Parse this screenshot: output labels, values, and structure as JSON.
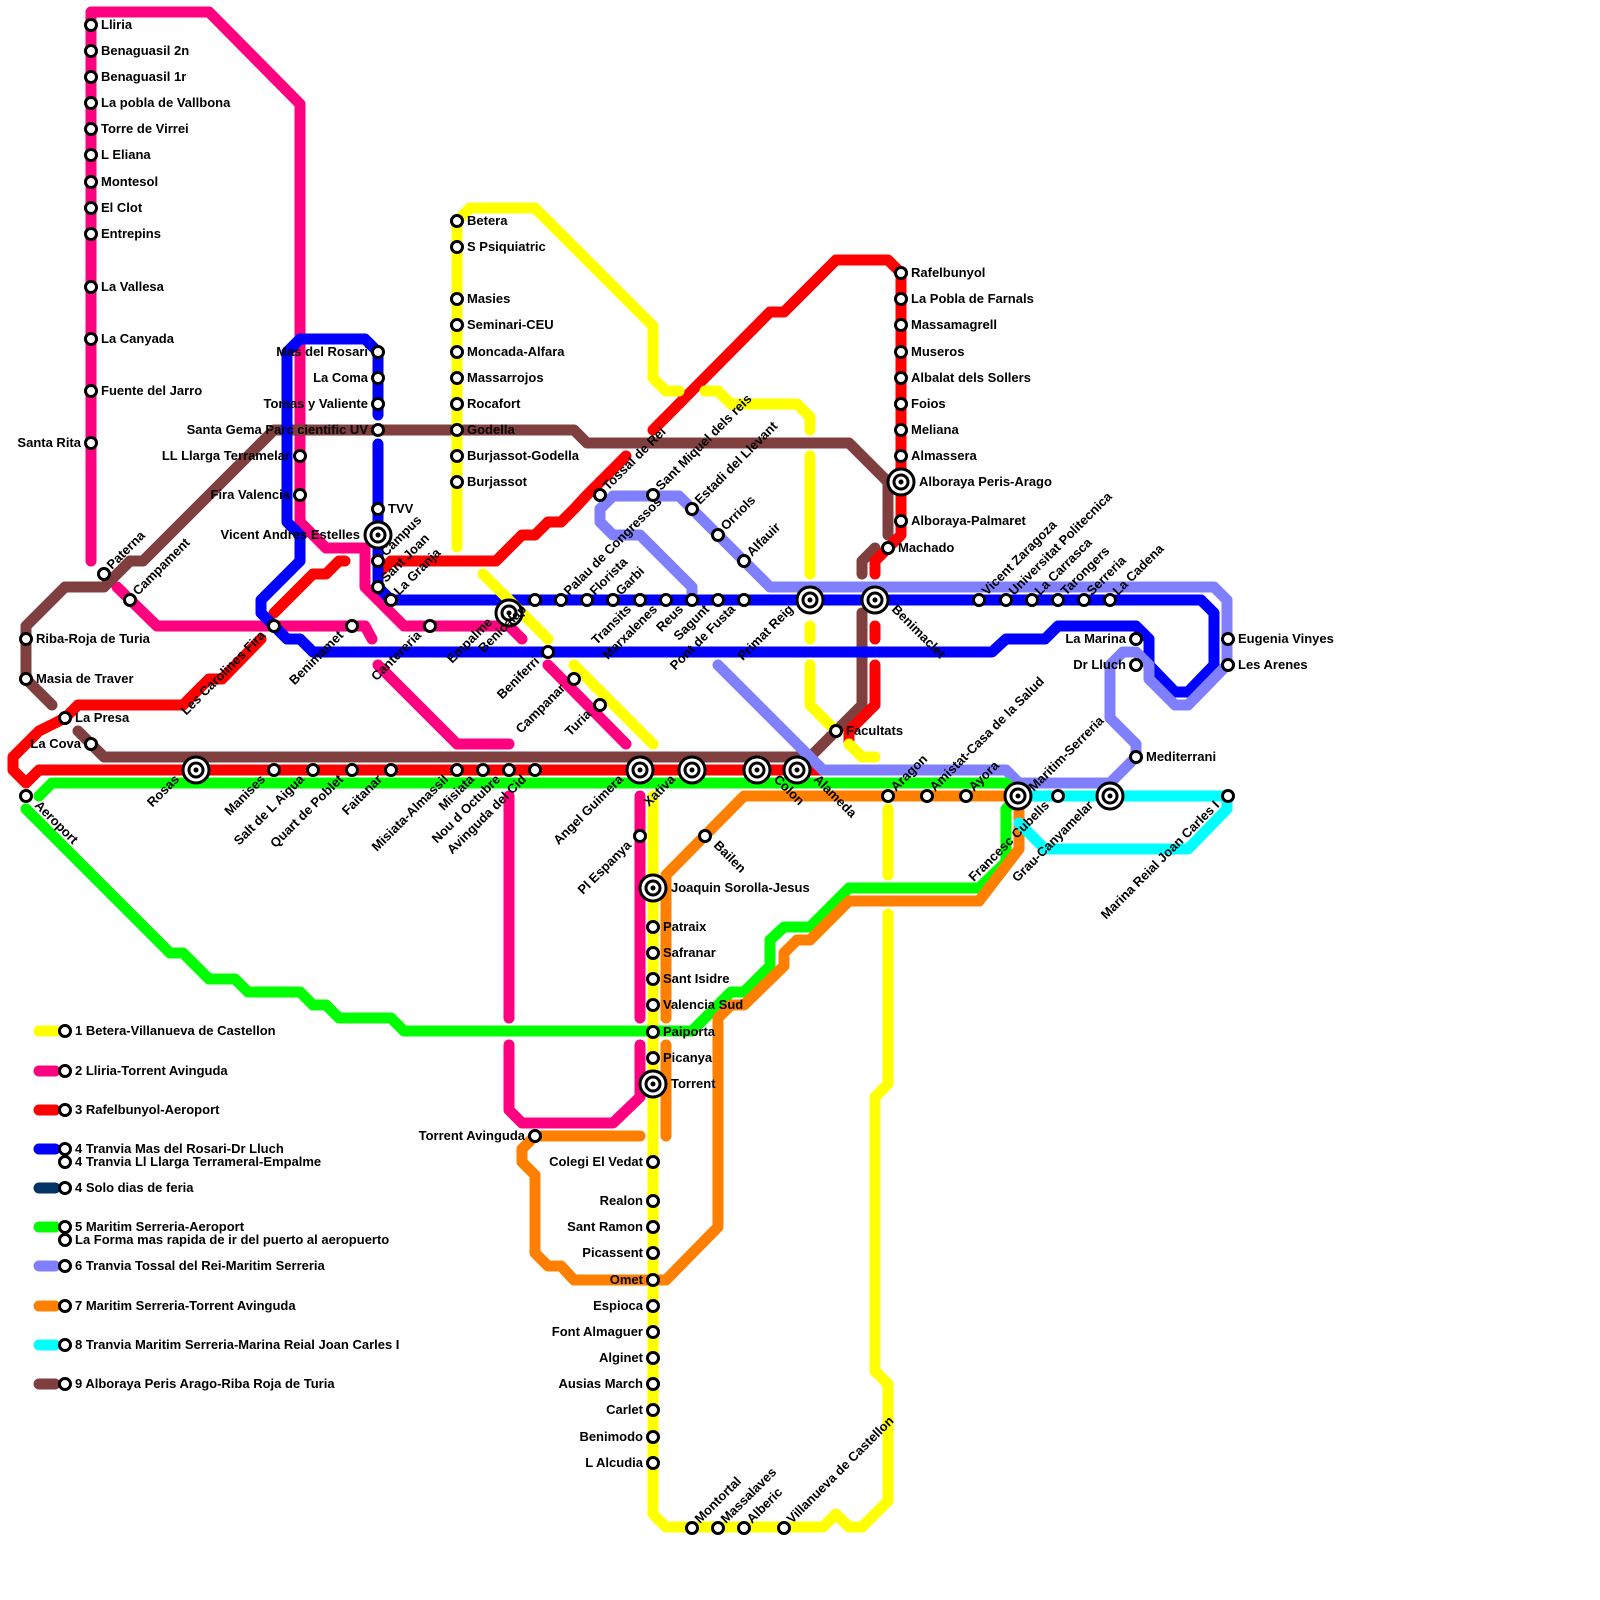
{
  "colors": {
    "line1": "#ffff00",
    "line2": "#ff0080",
    "line3": "#ff0000",
    "line4": "#0000ff",
    "line4b": "#003366",
    "line5": "#00ff00",
    "line6": "#8080ff",
    "line7": "#ff8000",
    "line8": "#00ffff",
    "line9": "#7f3f3f"
  },
  "stations": [
    {
      "id": "lliria",
      "name": "Lliria"
    },
    {
      "id": "benaguasil2",
      "name": "Benaguasil 2n"
    },
    {
      "id": "benaguasil1",
      "name": "Benaguasil 1r"
    },
    {
      "id": "pobla_vallbona",
      "name": "La pobla de Vallbona"
    },
    {
      "id": "torre_virrei",
      "name": "Torre de Virrei"
    },
    {
      "id": "leliana",
      "name": "L Eliana"
    },
    {
      "id": "montesol",
      "name": "Montesol"
    },
    {
      "id": "elclot",
      "name": "El Clot"
    },
    {
      "id": "entrepins",
      "name": "Entrepins"
    },
    {
      "id": "vallesa",
      "name": "La Vallesa"
    },
    {
      "id": "canyada",
      "name": "La Canyada"
    },
    {
      "id": "fuente_jarro",
      "name": "Fuente del Jarro"
    },
    {
      "id": "santa_rita",
      "name": "Santa Rita"
    },
    {
      "id": "paterna",
      "name": "Paterna"
    },
    {
      "id": "campament",
      "name": "Campament"
    },
    {
      "id": "riba_roja",
      "name": "Riba-Roja de Turia"
    },
    {
      "id": "masia_traver",
      "name": "Masia de Traver"
    },
    {
      "id": "la_presa",
      "name": "La Presa"
    },
    {
      "id": "la_cova",
      "name": "La Cova"
    },
    {
      "id": "aeroport",
      "name": "Aeroport"
    },
    {
      "id": "rosas",
      "name": "Rosas"
    },
    {
      "id": "manises",
      "name": "Manises"
    },
    {
      "id": "salt_aigua",
      "name": "Salt de L Aigua"
    },
    {
      "id": "quart_poblet",
      "name": "Quart de Poblet"
    },
    {
      "id": "faitanar",
      "name": "Faitanar"
    },
    {
      "id": "misiata_almassil",
      "name": "Misiata-Almassil"
    },
    {
      "id": "misiata",
      "name": "Misiata"
    },
    {
      "id": "nou_octubre",
      "name": "Nou d Octubre"
    },
    {
      "id": "avinguda_cid",
      "name": "Avinguda del Cid"
    },
    {
      "id": "angel_guimera",
      "name": "Angel Guimera"
    },
    {
      "id": "xativa",
      "name": "Xativa"
    },
    {
      "id": "colon",
      "name": "Colon"
    },
    {
      "id": "alameda",
      "name": "Alameda"
    },
    {
      "id": "aragon",
      "name": "Aragon"
    },
    {
      "id": "amistat",
      "name": "Amistat-Casa de la Salud"
    },
    {
      "id": "ayora",
      "name": "Ayora"
    },
    {
      "id": "maritim_serreria",
      "name": "Maritim-Serreria"
    },
    {
      "id": "francesc_cubells",
      "name": "Francesc Cubells"
    },
    {
      "id": "grau_canyamelar",
      "name": "Grau-Canyamelar"
    },
    {
      "id": "marina_reial",
      "name": "Marina Reial Joan Carles I"
    },
    {
      "id": "mediterrani",
      "name": "Mediterrani"
    },
    {
      "id": "eugenia_vinyes",
      "name": "Eugenia Vinyes"
    },
    {
      "id": "les_arenes",
      "name": "Les Arenes"
    },
    {
      "id": "la_marina",
      "name": "La Marina"
    },
    {
      "id": "dr_lluch",
      "name": "Dr Lluch"
    },
    {
      "id": "la_cadena",
      "name": "La Cadena"
    },
    {
      "id": "serreria",
      "name": "Serreria"
    },
    {
      "id": "tarongers",
      "name": "Tarongers"
    },
    {
      "id": "la_carrasca",
      "name": "La Carrasca"
    },
    {
      "id": "upv",
      "name": "Universitat Politecnica"
    },
    {
      "id": "vicent_zaragoza",
      "name": "Vicent Zaragoza"
    },
    {
      "id": "benimaclet",
      "name": "Benimaclet"
    },
    {
      "id": "primat_reig",
      "name": "Primat Reig"
    },
    {
      "id": "pont_fusta",
      "name": "Pont de Fusta"
    },
    {
      "id": "sagunt",
      "name": "Sagunt"
    },
    {
      "id": "reus",
      "name": "Reus"
    },
    {
      "id": "marxalenes",
      "name": "Marxalenes"
    },
    {
      "id": "transits",
      "name": "Transits"
    },
    {
      "id": "garbi",
      "name": "Garbi"
    },
    {
      "id": "florista",
      "name": "Florista"
    },
    {
      "id": "palau_congressos",
      "name": "Palau de Congressos"
    },
    {
      "id": "benicalap",
      "name": "Benicalap"
    },
    {
      "id": "beniferri",
      "name": "Beniferri"
    },
    {
      "id": "campanar",
      "name": "Campanar"
    },
    {
      "id": "turia",
      "name": "Turia"
    },
    {
      "id": "empalme",
      "name": "Empalme"
    },
    {
      "id": "cantereria",
      "name": "Cantereria"
    },
    {
      "id": "benimamet",
      "name": "Benimamet"
    },
    {
      "id": "carolines",
      "name": "Les Carolines Fira"
    },
    {
      "id": "fira_valencia",
      "name": "Fira Valencia"
    },
    {
      "id": "ll_llarga",
      "name": "LL Llarga Terramelar"
    },
    {
      "id": "santa_gema",
      "name": "Santa Gema Parc cientific UV"
    },
    {
      "id": "mas_rosari",
      "name": "Mas del Rosari"
    },
    {
      "id": "la_coma",
      "name": "La Coma"
    },
    {
      "id": "tomas_valiente",
      "name": "Tomas y Valiente"
    },
    {
      "id": "tvv",
      "name": "TVV"
    },
    {
      "id": "vicent_andres",
      "name": "Vicent Andres Estelles"
    },
    {
      "id": "campus",
      "name": "Campus"
    },
    {
      "id": "sant_joan",
      "name": "Sant Joan"
    },
    {
      "id": "la_granja",
      "name": "La Granja"
    },
    {
      "id": "betera",
      "name": "Betera"
    },
    {
      "id": "s_psiquiatric",
      "name": "S Psiquiatric"
    },
    {
      "id": "masies",
      "name": "Masies"
    },
    {
      "id": "seminari",
      "name": "Seminari-CEU"
    },
    {
      "id": "moncada",
      "name": "Moncada-Alfara"
    },
    {
      "id": "massarrojos",
      "name": "Massarrojos"
    },
    {
      "id": "rocafort",
      "name": "Rocafort"
    },
    {
      "id": "godella",
      "name": "Godella"
    },
    {
      "id": "burjassot_godella",
      "name": "Burjassot-Godella"
    },
    {
      "id": "burjassot",
      "name": "Burjassot"
    },
    {
      "id": "tossal_rei",
      "name": "Tossal de Rei"
    },
    {
      "id": "sant_miquel",
      "name": "Sant Miquel dels reis"
    },
    {
      "id": "estadi_levant",
      "name": "Estadi del Llevant"
    },
    {
      "id": "orriols",
      "name": "Orriols"
    },
    {
      "id": "alfauir",
      "name": "Alfauir"
    },
    {
      "id": "rafelbunyol",
      "name": "Rafelbunyol"
    },
    {
      "id": "pobla_farnals",
      "name": "La Pobla de Farnals"
    },
    {
      "id": "massamagrell",
      "name": "Massamagrell"
    },
    {
      "id": "museros",
      "name": "Museros"
    },
    {
      "id": "albalat",
      "name": "Albalat dels Sollers"
    },
    {
      "id": "foios",
      "name": "Foios"
    },
    {
      "id": "meliana",
      "name": "Meliana"
    },
    {
      "id": "almassera",
      "name": "Almassera"
    },
    {
      "id": "alboraya_peris",
      "name": "Alboraya Peris-Arago"
    },
    {
      "id": "alboraya_palmaret",
      "name": "Alboraya-Palmaret"
    },
    {
      "id": "machado",
      "name": "Machado"
    },
    {
      "id": "facultats",
      "name": "Facultats"
    },
    {
      "id": "bailen",
      "name": "Bailen"
    },
    {
      "id": "pl_espanya",
      "name": "Pl Espanya"
    },
    {
      "id": "joaquin_sorolla",
      "name": "Joaquin Sorolla-Jesus"
    },
    {
      "id": "patraix",
      "name": "Patraix"
    },
    {
      "id": "safranar",
      "name": "Safranar"
    },
    {
      "id": "sant_isidre",
      "name": "Sant Isidre"
    },
    {
      "id": "valencia_sud",
      "name": "Valencia Sud"
    },
    {
      "id": "paiporta",
      "name": "Paiporta"
    },
    {
      "id": "picanya",
      "name": "Picanya"
    },
    {
      "id": "torrent",
      "name": "Torrent"
    },
    {
      "id": "torrent_avinguda",
      "name": "Torrent Avinguda"
    },
    {
      "id": "colegi_vedat",
      "name": "Colegi El Vedat"
    },
    {
      "id": "realon",
      "name": "Realon"
    },
    {
      "id": "sant_ramon",
      "name": "Sant Ramon"
    },
    {
      "id": "picassent",
      "name": "Picassent"
    },
    {
      "id": "omet",
      "name": "Omet"
    },
    {
      "id": "espioca",
      "name": "Espioca"
    },
    {
      "id": "font_almaguer",
      "name": "Font Almaguer"
    },
    {
      "id": "alginet",
      "name": "Alginet"
    },
    {
      "id": "ausias_march",
      "name": "Ausias March"
    },
    {
      "id": "carlet",
      "name": "Carlet"
    },
    {
      "id": "benimodo",
      "name": "Benimodo"
    },
    {
      "id": "lalcudia",
      "name": "L Alcudia"
    },
    {
      "id": "montortal",
      "name": "Montortal"
    },
    {
      "id": "massalaves",
      "name": "Massalaves"
    },
    {
      "id": "alberic",
      "name": "Alberic"
    },
    {
      "id": "villanueva",
      "name": "Villanueva de Castellon"
    }
  ],
  "legend": [
    {
      "color": "line1",
      "label": "1 Betera-Villanueva de Castellon"
    },
    {
      "color": "line2",
      "label": "2 Lliria-Torrent Avinguda"
    },
    {
      "color": "line3",
      "label": "3 Rafelbunyol-Aeroport"
    },
    {
      "color": "line4",
      "label": "4 Tranvia Mas del Rosari-Dr Lluch",
      "extra": "4 Tranvia Ll Llarga Terrameral-Empalme"
    },
    {
      "color": "line4b",
      "label": "4 Solo dias de feria"
    },
    {
      "color": "line5",
      "label": "5 Maritim Serreria-Aeroport",
      "extra": "La Forma mas rapida de ir del puerto al aeropuerto"
    },
    {
      "color": "line6",
      "label": "6 Tranvia Tossal del Rei-Maritim Serreria"
    },
    {
      "color": "line7",
      "label": "7 Maritim Serreria-Torrent Avinguda"
    },
    {
      "color": "line8",
      "label": "8 Tranvia Maritim Serreria-Marina Reial Joan Carles I"
    },
    {
      "color": "line9",
      "label": "9 Alboraya Peris Arago-Riba Roja de Turia"
    }
  ]
}
